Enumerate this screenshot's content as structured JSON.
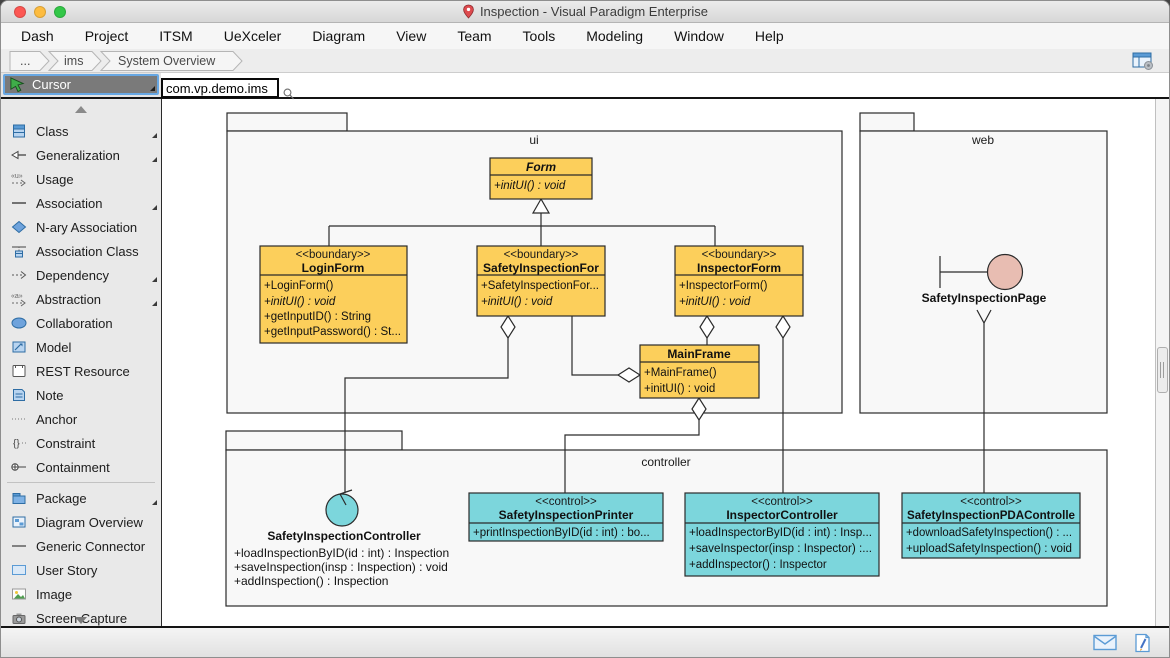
{
  "window": {
    "title": "Inspection - Visual Paradigm Enterprise"
  },
  "menu": {
    "items": [
      "Dash",
      "Project",
      "ITSM",
      "UeXceler",
      "Diagram",
      "View",
      "Team",
      "Tools",
      "Modeling",
      "Window",
      "Help"
    ]
  },
  "breadcrumb": {
    "items": [
      "...",
      "ims",
      "System Overview"
    ]
  },
  "toolbox": {
    "selected_tool": "Cursor",
    "items": [
      {
        "label": "Class",
        "submenu": true
      },
      {
        "label": "Generalization",
        "submenu": true
      },
      {
        "label": "Usage",
        "glyph": "«u»"
      },
      {
        "label": "Association",
        "submenu": true
      },
      {
        "label": "N-ary Association"
      },
      {
        "label": "Association Class"
      },
      {
        "label": "Dependency",
        "submenu": true
      },
      {
        "label": "Abstraction",
        "submenu": true,
        "glyph": "«a»"
      },
      {
        "label": "Collaboration"
      },
      {
        "label": "Model"
      },
      {
        "label": "REST Resource"
      },
      {
        "label": "Note"
      },
      {
        "label": "Anchor"
      },
      {
        "label": "Constraint",
        "glyph": "{}"
      },
      {
        "label": "Containment"
      },
      {
        "label": "Package",
        "submenu": true
      },
      {
        "label": "Diagram Overview"
      },
      {
        "label": "Generic Connector"
      },
      {
        "label": "User Story"
      },
      {
        "label": "Image"
      },
      {
        "label": "Screen Capture"
      }
    ]
  },
  "canvas": {
    "frame_label": "com.vp.demo.ims",
    "packages": {
      "ui": "ui",
      "web": "web",
      "controller": "controller"
    },
    "elements": {
      "form": {
        "name": "Form",
        "ops": [
          "+initUI() : void"
        ]
      },
      "login_form": {
        "stereotype": "<<boundary>>",
        "name": "LoginForm",
        "ops": [
          "+LoginForm()",
          "+initUI() : void",
          "+getInputID() : String",
          "+getInputPassword() : St..."
        ]
      },
      "safety_inspection_form": {
        "stereotype": "<<boundary>>",
        "name": "SafetyInspectionFor",
        "ops": [
          "+SafetyInspectionFor...",
          "+initUI() : void"
        ]
      },
      "inspector_form": {
        "stereotype": "<<boundary>>",
        "name": "InspectorForm",
        "ops": [
          "+InspectorForm()",
          "+initUI() : void"
        ]
      },
      "main_frame": {
        "name": "MainFrame",
        "ops": [
          "+MainFrame()",
          "+initUI() : void"
        ]
      },
      "safety_inspection_page": {
        "name": "SafetyInspectionPage"
      },
      "safety_inspection_controller": {
        "name": "SafetyInspectionController",
        "ops": [
          "+loadInspectionByID(id : int) : Inspection",
          "+saveInspection(insp : Inspection) : void",
          "+addInspection() : Inspection"
        ]
      },
      "safety_inspection_printer": {
        "stereotype": "<<control>>",
        "name": "SafetyInspectionPrinter",
        "ops": [
          "+printInspectionByID(id : int) : bo..."
        ]
      },
      "inspector_controller": {
        "stereotype": "<<control>>",
        "name": "InspectorController",
        "ops": [
          "+loadInspectorByID(id : int) : Insp...",
          "+saveInspector(insp : Inspector) :...",
          "+addInspector() : Inspector"
        ]
      },
      "safety_inspection_pda_controller": {
        "stereotype": "<<control>>",
        "name": "SafetyInspectionPDAControlle",
        "ops": [
          "+downloadSafetyInspection() : ...",
          "+uploadSafetyInspection() : void"
        ]
      }
    },
    "colors": {
      "class_fill": "#FCCF5B",
      "control_fill": "#7CD6DC",
      "boundary_circle_fill": "#E8BDB2",
      "package_fill": "#F8F8F8",
      "selected_tool_bg": "#7A7A7A",
      "selection_border": "#67A7E3",
      "traffic_red": "#FC5753",
      "traffic_yellow": "#FDBC40",
      "traffic_green": "#33C748"
    }
  }
}
